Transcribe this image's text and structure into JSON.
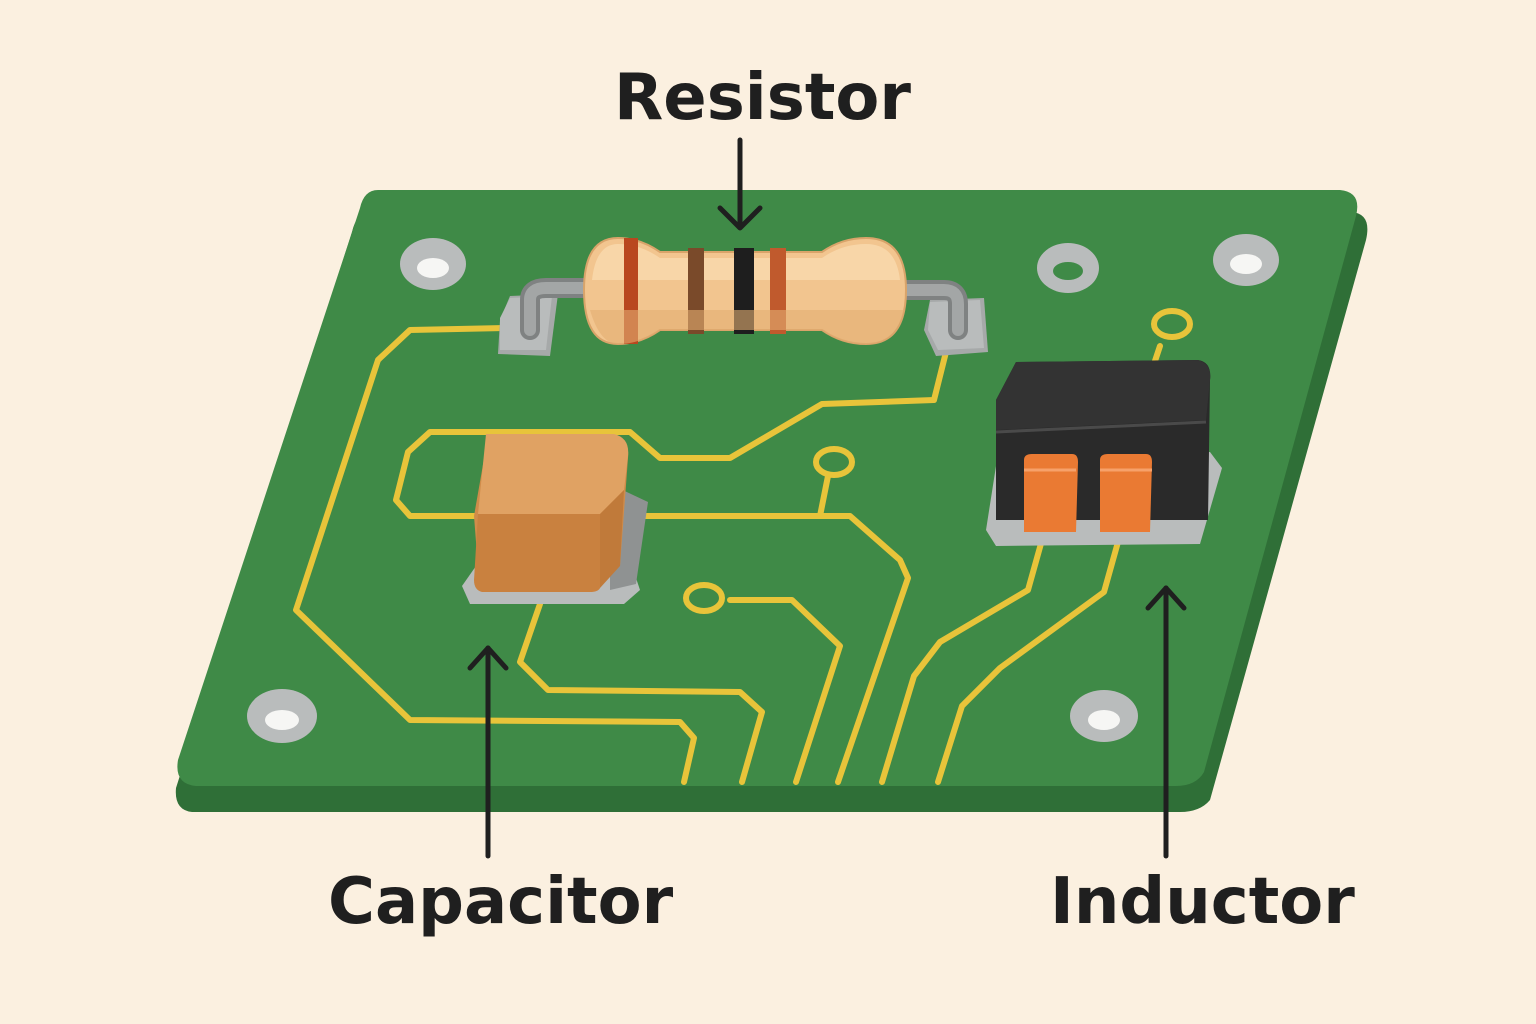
{
  "labels": {
    "resistor": "Resistor",
    "capacitor": "Capacitor",
    "inductor": "Inductor"
  },
  "colors": {
    "background": "#fbf0e0",
    "board": "#3f8a47",
    "board_edge": "#2f6f37",
    "trace": "#e8c43a",
    "pad": "#b9bcbc",
    "resistor_body": "#f2c58f",
    "capacitor_body": "#d08c4a",
    "inductor_body": "#2a2a2a",
    "inductor_terminal": "#ea7a33",
    "text": "#1f1f1f"
  },
  "icons": {
    "resistor": "resistor-icon",
    "capacitor": "capacitor-icon",
    "inductor": "inductor-icon",
    "mounting_hole": "mounting-hole-icon"
  }
}
